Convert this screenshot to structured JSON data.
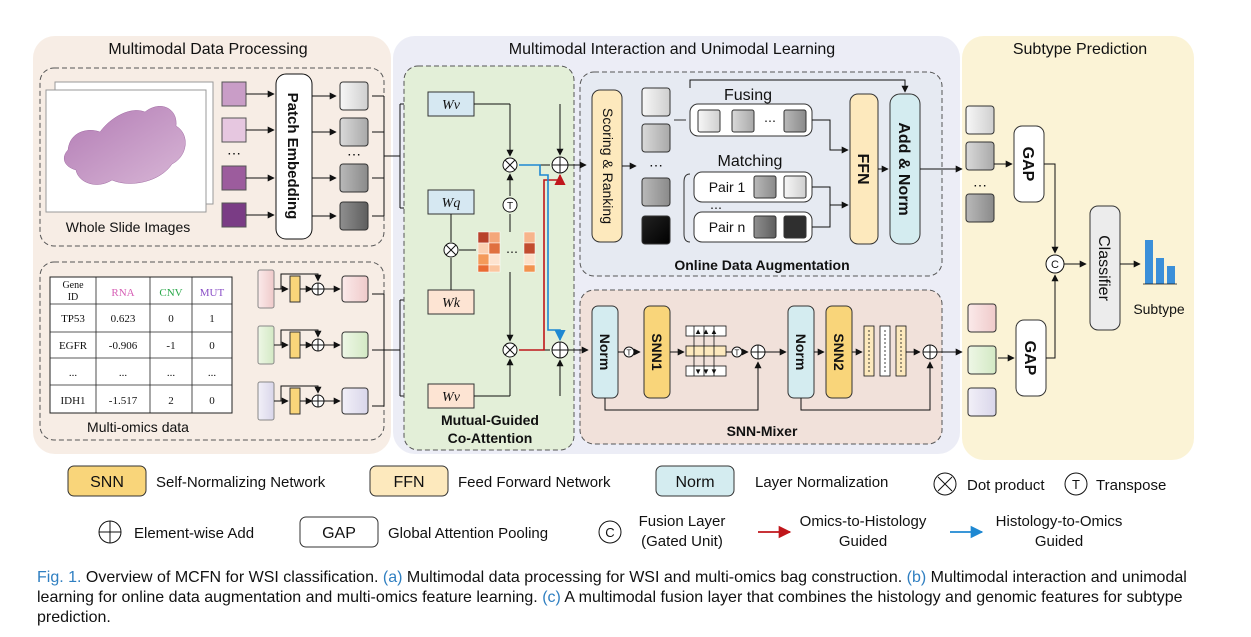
{
  "panels": {
    "processing": "Multimodal Data Processing",
    "interaction": "Multimodal Interaction and Unimodal Learning",
    "prediction": "Subtype Prediction"
  },
  "processing": {
    "patch_embedding": "Patch Embedding",
    "ellipsis": "⋯",
    "wsi_label": "Whole Slide Images",
    "omics_label": "Multi-omics data",
    "table": {
      "headers": [
        "Gene ID",
        "RNA",
        "CNV",
        "MUT"
      ],
      "header_colors": [
        "#111111",
        "#d65fb5",
        "#2aa84a",
        "#8a4fc7"
      ],
      "rows": [
        [
          "TP53",
          "0.623",
          "0",
          "1"
        ],
        [
          "EGFR",
          "-0.906",
          "-1",
          "0"
        ],
        [
          "...",
          "...",
          "...",
          "..."
        ],
        [
          "IDH1",
          "-1.517",
          "2",
          "0"
        ]
      ]
    }
  },
  "interaction": {
    "wv_top": "Wv",
    "wq": "Wq",
    "wk": "Wk",
    "wv_bottom": "Wv",
    "transpose_symbol": "T",
    "co_attention_line1": "Mutual-Guided",
    "co_attention_line2": "Co-Attention",
    "scoring_ranking": "Scoring & Ranking",
    "fusing": "Fusing",
    "matching": "Matching",
    "pair1": "Pair 1",
    "pairn": "Pair n",
    "ffn": "FFN",
    "add_norm": "Add & Norm",
    "online_aug": "Online Data Augmentation",
    "norm": "Norm",
    "snn1": "SNN1",
    "snn2": "SNN2",
    "snn_mixer": "SNN-Mixer"
  },
  "prediction": {
    "gap": "GAP",
    "fusion_symbol": "C",
    "classifier": "Classifier",
    "subtype": "Subtype"
  },
  "legend": {
    "snn_key": "SNN",
    "snn_desc": "Self-Normalizing Network",
    "ffn_key": "FFN",
    "ffn_desc": "Feed Forward Network",
    "norm_key": "Norm",
    "norm_desc": "Layer Normalization",
    "dot_desc": "Dot product",
    "transpose_key": "T",
    "transpose_desc": "Transpose",
    "add_desc": "Element-wise Add",
    "gap_key": "GAP",
    "gap_desc": "Global Attention Pooling",
    "fusion_key": "C",
    "fusion_line1": "Fusion Layer",
    "fusion_line2": "(Gated Unit)",
    "o2h_line1": "Omics-to-Histology",
    "o2h_line2": "Guided",
    "h2o_line1": "Histology-to-Omics",
    "h2o_line2": "Guided"
  },
  "caption": {
    "fig": "Fig. 1.",
    "t1": " Overview of MCFN for WSI classification. ",
    "a": "(a)",
    "t2": " Multimodal data processing for WSI and multi-omics bag construction. ",
    "b": "(b)",
    "t3": " Multimodal interaction and unimodal learning for online data augmentation and multi-omics feature learning. ",
    "c": "(c)",
    "t4": " A multimodal fusion layer that combines the histology and genomic features for subtype prediction."
  },
  "colors": {
    "red": "#c0161b",
    "blue": "#1e88d2",
    "snn_fill": "#f9d57a",
    "ffn_fill": "#fde9bd",
    "norm_fill": "#d4ecf0",
    "w_fill": "#d6e8f2",
    "wk_fill": "#fde4d3",
    "classifier_fill": "#ececec",
    "bar_blue": "#3b8fd9"
  }
}
